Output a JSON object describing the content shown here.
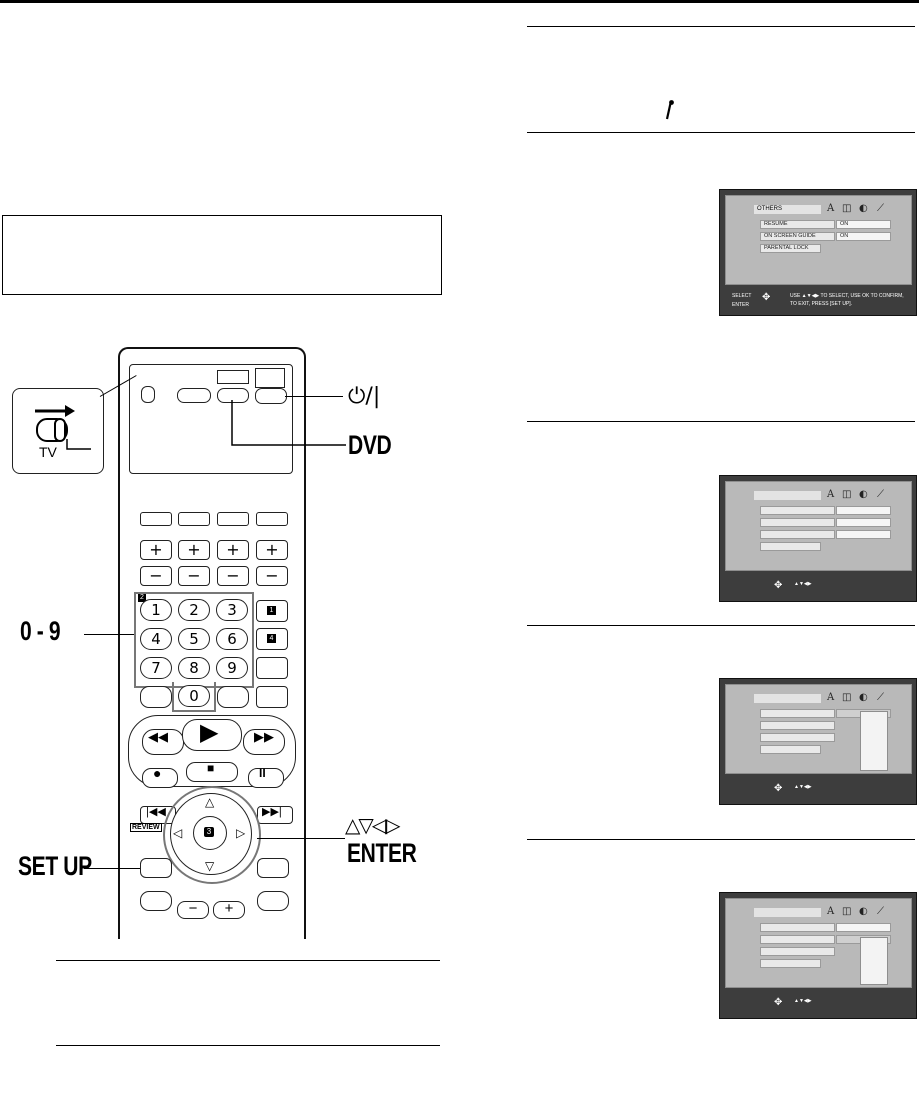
{
  "osd1": {
    "tab": "OTHERS",
    "rows": [
      {
        "label": "RESUME",
        "value": "ON"
      },
      {
        "label": "ON SCREEN GUIDE",
        "value": "ON"
      },
      {
        "label": "PARENTAL LOCK",
        "value": ""
      }
    ],
    "footer_select": "SELECT",
    "footer_enter": "ENTER",
    "footer_line1": "USE ▲▼◀▶ TO SELECT, USE OK TO CONFIRM,",
    "footer_line2": "TO EXIT, PRESS [SET UP]."
  },
  "osd_small_hint": "▲▼◀▶",
  "remote": {
    "slider_tv_label": "TV",
    "num_keys": [
      "1",
      "2",
      "3",
      "4",
      "5",
      "6",
      "7",
      "8",
      "9",
      "0"
    ],
    "badge_1": "1",
    "badge_2": "2",
    "badge_3": "3",
    "badge_4": "4",
    "review_label": "REVIEW",
    "minus_symbol": "−",
    "plus_symbol": "+"
  },
  "callouts": {
    "power": "⏻/|",
    "dvd": "DVD",
    "numbers": "0 - 9",
    "arrows": "△▽◁▷",
    "enter": "ENTER",
    "setup": "SET UP"
  }
}
